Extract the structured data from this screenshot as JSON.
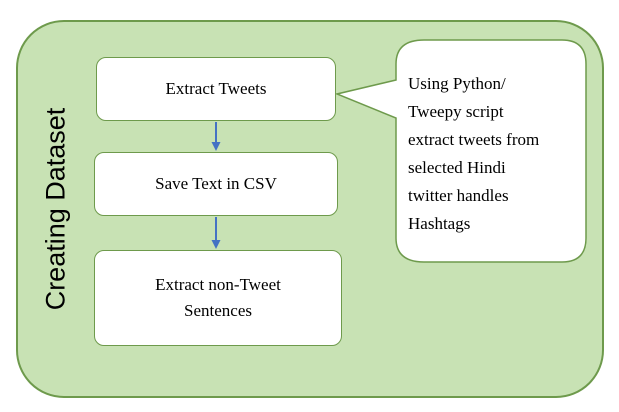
{
  "diagram": {
    "side_title": "Creating Dataset",
    "steps": [
      {
        "label": "Extract Tweets"
      },
      {
        "label": "Save Text in CSV"
      },
      {
        "label": "Extract non-Tweet Sentences"
      }
    ],
    "callout": {
      "lines": [
        "Using Python/",
        "Tweepy script",
        "extract tweets from",
        "selected Hindi",
        "twitter handles",
        "Hashtags"
      ]
    }
  },
  "colors": {
    "panel_fill": "#c8e2b4",
    "panel_border": "#6e9a4c",
    "box_fill": "#ffffff",
    "arrow": "#4472c4"
  }
}
